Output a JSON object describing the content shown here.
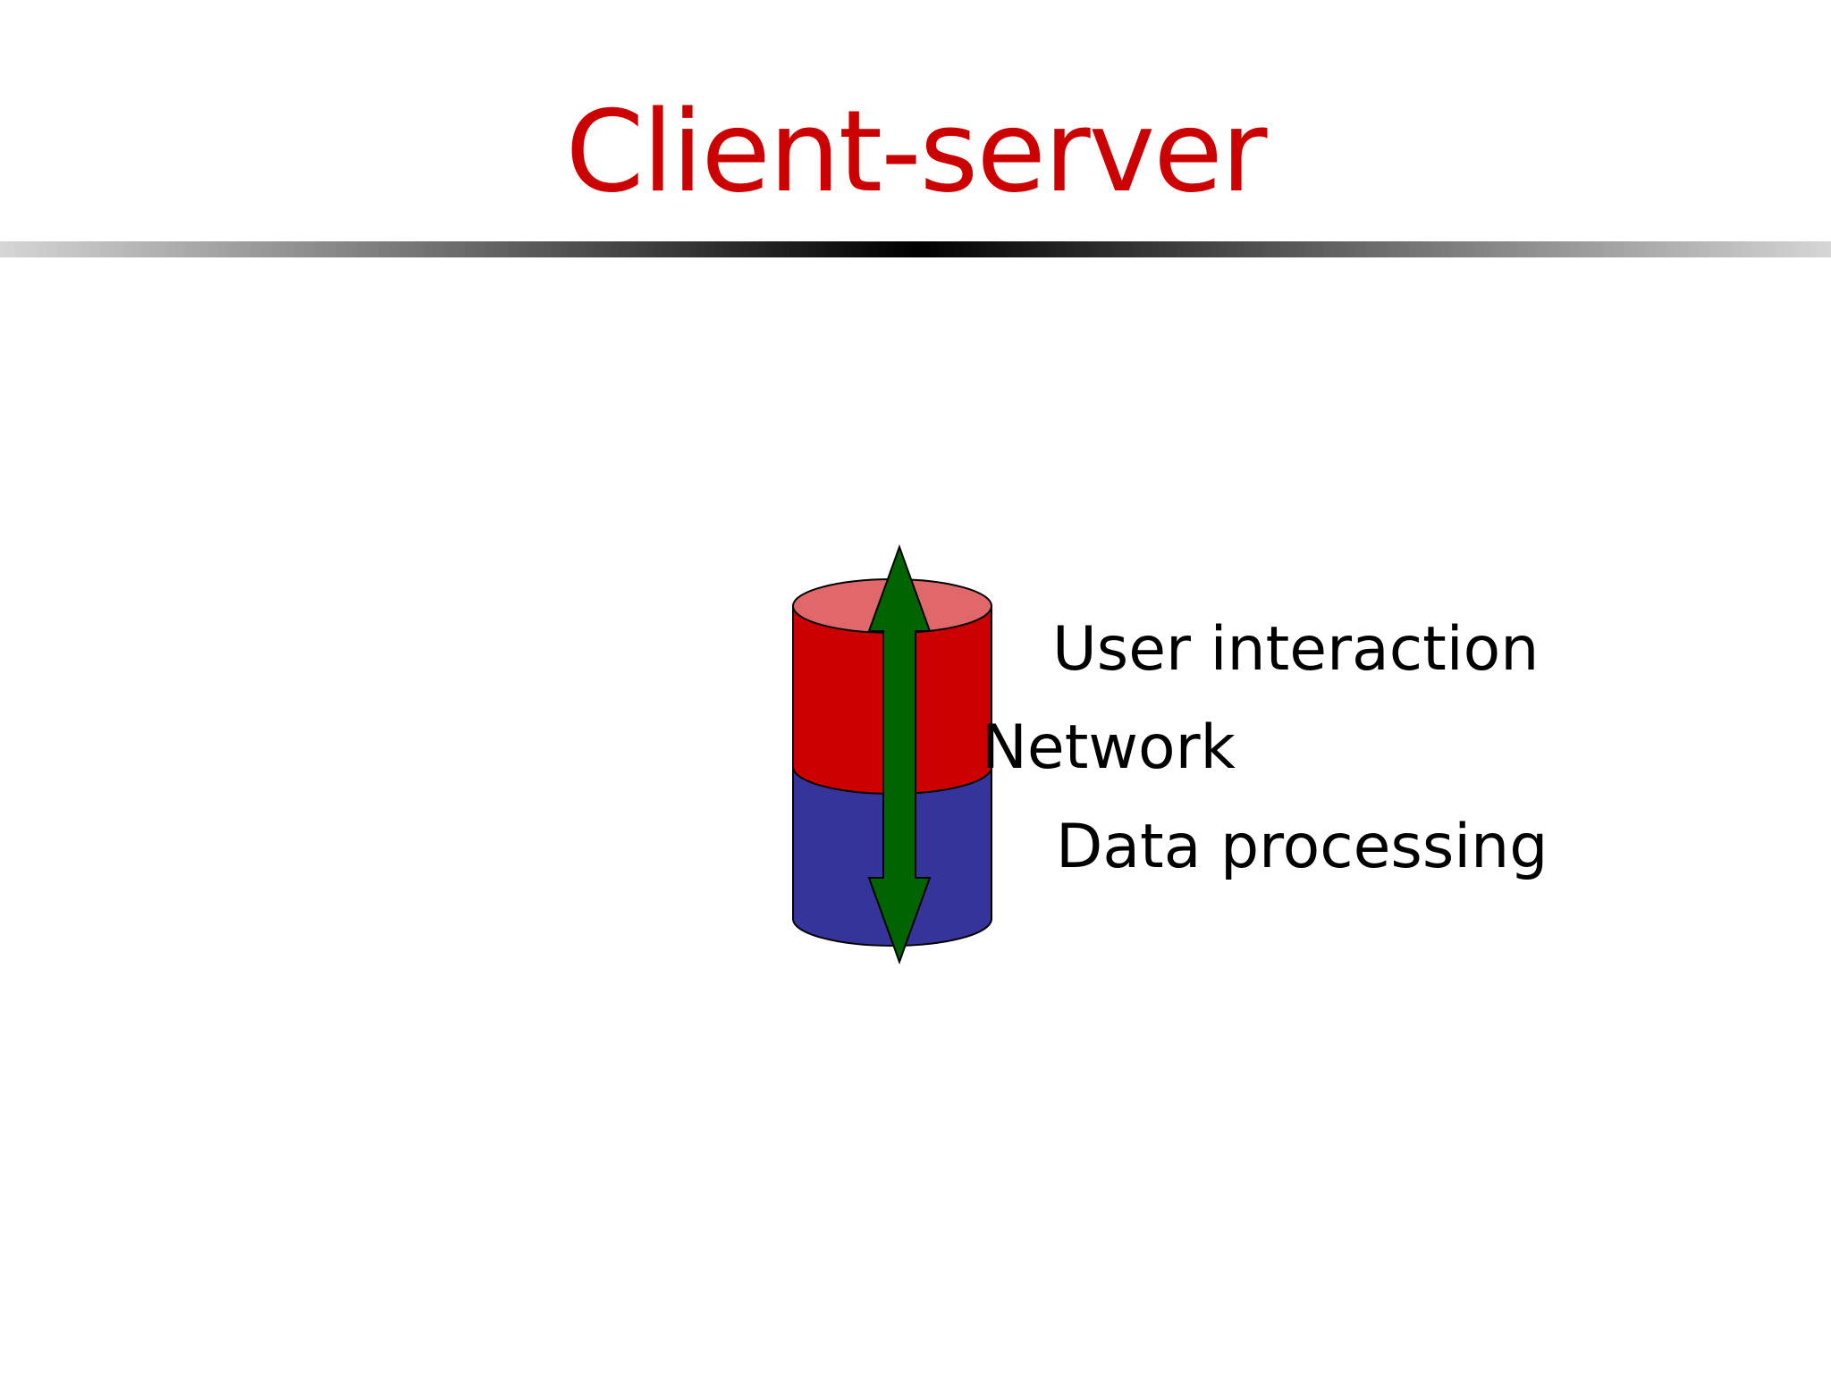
{
  "slide": {
    "title": "Client-server"
  },
  "diagram": {
    "labels": {
      "user_interaction": "User interaction",
      "network": "Network",
      "data_processing": "Data processing"
    },
    "colors": {
      "title": "#cc0000",
      "client_layer": "#cc0000",
      "client_top": "#e0686a",
      "server_layer": "#35349a",
      "arrow": "#006400",
      "outline": "#000000"
    }
  }
}
